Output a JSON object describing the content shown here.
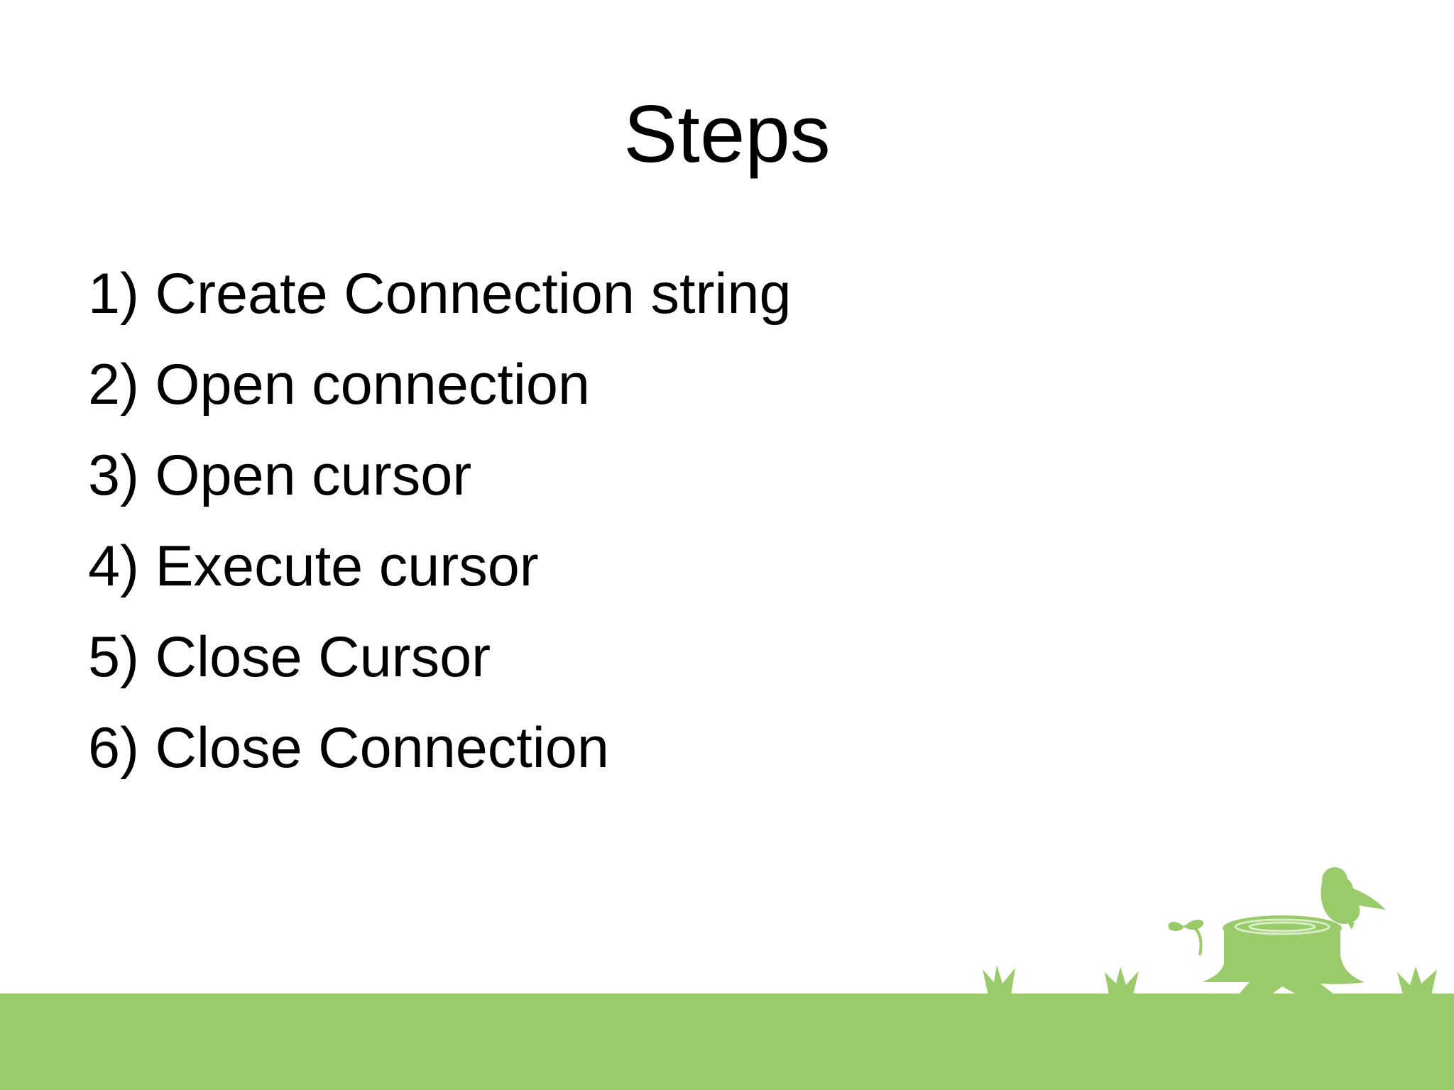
{
  "slide": {
    "title": "Steps",
    "steps": [
      "1) Create Connection string",
      "2) Open connection",
      "3) Open cursor",
      "4) Execute cursor",
      "5) Close Cursor",
      "6) Close Connection"
    ]
  },
  "theme": {
    "background": "#ffffff",
    "text": "#000000",
    "ground": "#9acb6b"
  },
  "decorations": [
    "bird-icon",
    "tree-stump-icon",
    "grass-tuft-icon",
    "sprout-icon"
  ]
}
